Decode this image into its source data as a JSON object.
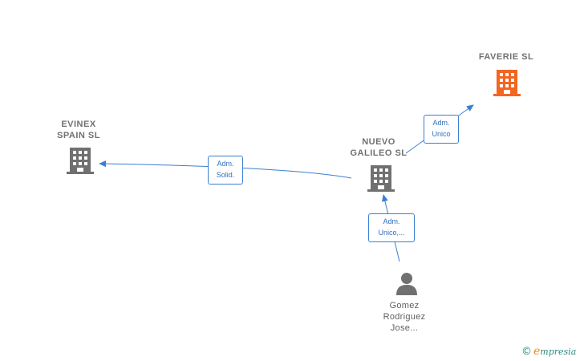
{
  "nodes": {
    "faverie": {
      "lines": [
        "FAVERIE  SL"
      ],
      "color": "#f26522"
    },
    "evinex": {
      "lines": [
        "EVINEX",
        "SPAIN  SL"
      ],
      "color": "#707070"
    },
    "nuevo_galileo": {
      "lines": [
        "NUEVO",
        "GALILEO  SL"
      ],
      "color": "#707070"
    },
    "person": {
      "lines": [
        "Gomez",
        "Rodriguez",
        "Jose..."
      ],
      "color": "#707070"
    }
  },
  "edges": {
    "to_faverie": {
      "lines": [
        "Adm.",
        "Unico"
      ]
    },
    "to_evinex": {
      "lines": [
        "Adm.",
        "Solid."
      ]
    },
    "person_to_galileo": {
      "lines": [
        "Adm.",
        "Unico,..."
      ]
    }
  },
  "colors": {
    "edge": "#3b7fd1",
    "building": "#707070",
    "highlight": "#f26522"
  },
  "icons": {
    "company": "building-icon",
    "person": "person-icon"
  },
  "brand": {
    "copyright": "©",
    "initial": "e",
    "name": "mpresia"
  }
}
